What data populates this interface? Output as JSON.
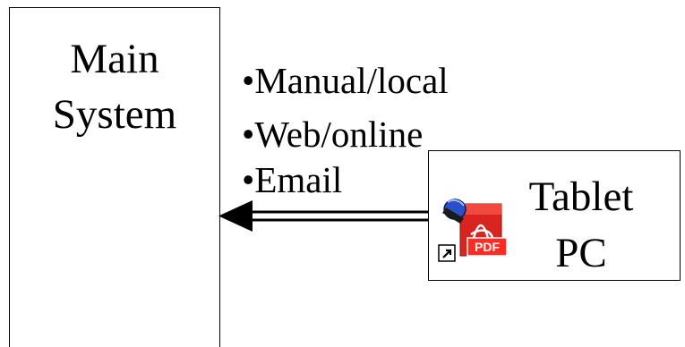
{
  "main_system": {
    "title_line1": "Main",
    "title_line2": "System"
  },
  "connection_methods": [
    "•Manual/local",
    "•Web/online",
    "•Email"
  ],
  "tablet_pc": {
    "title_line1": "Tablet",
    "title_line2": "PC"
  },
  "pdf_icon": {
    "label": "PDF",
    "name": "pdf-shortcut-icon",
    "color": "#e0201b"
  }
}
